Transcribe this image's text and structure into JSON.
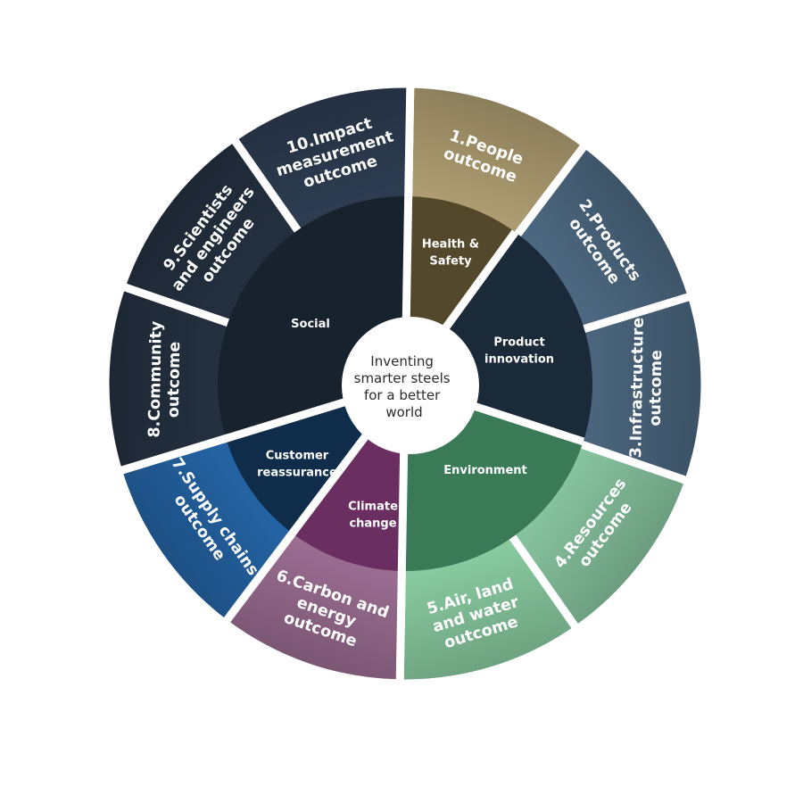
{
  "center": {
    "text_lines": [
      "Inventing",
      "smarter steels",
      "for a better",
      "world"
    ]
  },
  "outer_segments": [
    {
      "id": "people",
      "lines": [
        "1.People",
        "outcome"
      ],
      "color": "#8a7d5a"
    },
    {
      "id": "products",
      "lines": [
        "2.Products",
        "outcome"
      ],
      "color": "#3d5366"
    },
    {
      "id": "infrastructure",
      "lines": [
        "3.Infrastructure",
        "outcome"
      ],
      "color": "#3b5164"
    },
    {
      "id": "resources",
      "lines": [
        "4.Resources",
        "outcome"
      ],
      "color": "#6b9b7e"
    },
    {
      "id": "air-land-water",
      "lines": [
        "5.Air, land",
        "and water",
        "outcome"
      ],
      "color": "#6da17f"
    },
    {
      "id": "carbon-energy",
      "lines": [
        "6.Carbon and",
        "energy",
        "outcome"
      ],
      "color": "#7a5673"
    },
    {
      "id": "supply-chains",
      "lines": [
        "7.Supply chains",
        "outcome"
      ],
      "color": "#1d4f82"
    },
    {
      "id": "community",
      "lines": [
        "8.Community",
        "outcome"
      ],
      "color": "#1d2633"
    },
    {
      "id": "scientists-engineers",
      "lines": [
        "9.Scientists",
        "and engineers",
        "outcome"
      ],
      "color": "#1d2633"
    },
    {
      "id": "impact-measurement",
      "lines": [
        "10.Impact",
        "measurement",
        "outcome"
      ],
      "color": "#243041"
    }
  ],
  "inner_segments": [
    {
      "id": "health-safety",
      "lines": [
        "Health &",
        "Safety"
      ],
      "color": "#54482c"
    },
    {
      "id": "product-innovation",
      "lines": [
        "Product",
        "innovation"
      ],
      "color": "#1b2a38"
    },
    {
      "id": "environment",
      "lines": [
        "Environment"
      ],
      "color": "#3a7a56"
    },
    {
      "id": "climate-change",
      "lines": [
        "Climate",
        "change"
      ],
      "color": "#6a2f60"
    },
    {
      "id": "customer-reassurance",
      "lines": [
        "Customer",
        "reassurance"
      ],
      "color": "#0f2d4a"
    },
    {
      "id": "social",
      "lines": [
        "Social"
      ],
      "color": "#18222e"
    }
  ]
}
